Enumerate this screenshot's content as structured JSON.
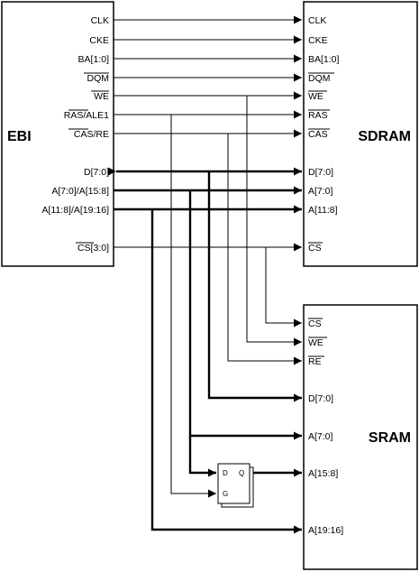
{
  "ebi": {
    "title": "EBI",
    "pins": {
      "clk": "CLK",
      "cke": "CKE",
      "ba": "BA[1:0]",
      "dqm": "DQM",
      "we": "WE",
      "ras_ale1": "RAS/ALE1",
      "cas_re": "CAS/RE",
      "data": "D[7:0]",
      "addr_low": "A[7:0]/A[15:8]",
      "addr_high": "A[11:8]/A[19:16]",
      "cs": "CS[3:0]"
    }
  },
  "sdram": {
    "title": "SDRAM",
    "pins": {
      "clk": "CLK",
      "cke": "CKE",
      "ba": "BA[1:0]",
      "dqm": "DQM",
      "we": "WE",
      "ras": "RAS",
      "cas": "CAS",
      "data": "D[7:0]",
      "addr_low": "A[7:0]",
      "addr_high": "A[11:8]",
      "cs": "CS"
    }
  },
  "sram": {
    "title": "SRAM",
    "pins": {
      "cs": "CS",
      "we": "WE",
      "re": "RE",
      "data": "D[7:0]",
      "addr_low": "A[7:0]",
      "addr_mid": "A[15:8]",
      "addr_high": "A[19:16]"
    }
  },
  "latch": {
    "d": "D",
    "q": "Q",
    "g": "G"
  }
}
